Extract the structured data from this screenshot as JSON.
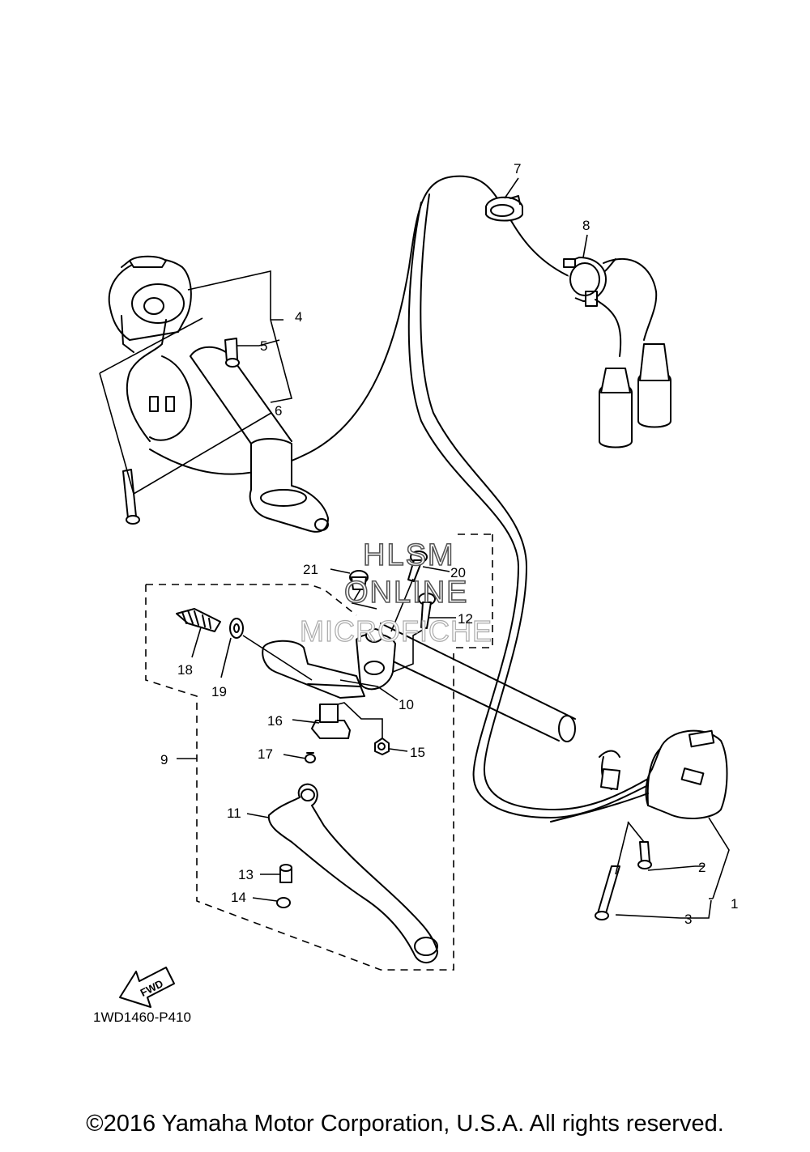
{
  "diagram": {
    "code": "1WD1460-P410",
    "fwd_label": "FWD",
    "watermark": {
      "line1": "HLSM",
      "line2": "ONLINE",
      "line3": "MICROFICHE"
    },
    "callouts": [
      "1",
      "2",
      "3",
      "4",
      "5",
      "6",
      "7",
      "8",
      "9",
      "10",
      "11",
      "12",
      "13",
      "14",
      "15",
      "16",
      "17",
      "18",
      "19",
      "20",
      "21"
    ]
  },
  "footer": {
    "copyright": "©2016 Yamaha Motor Corporation, U.S.A. All rights reserved."
  }
}
